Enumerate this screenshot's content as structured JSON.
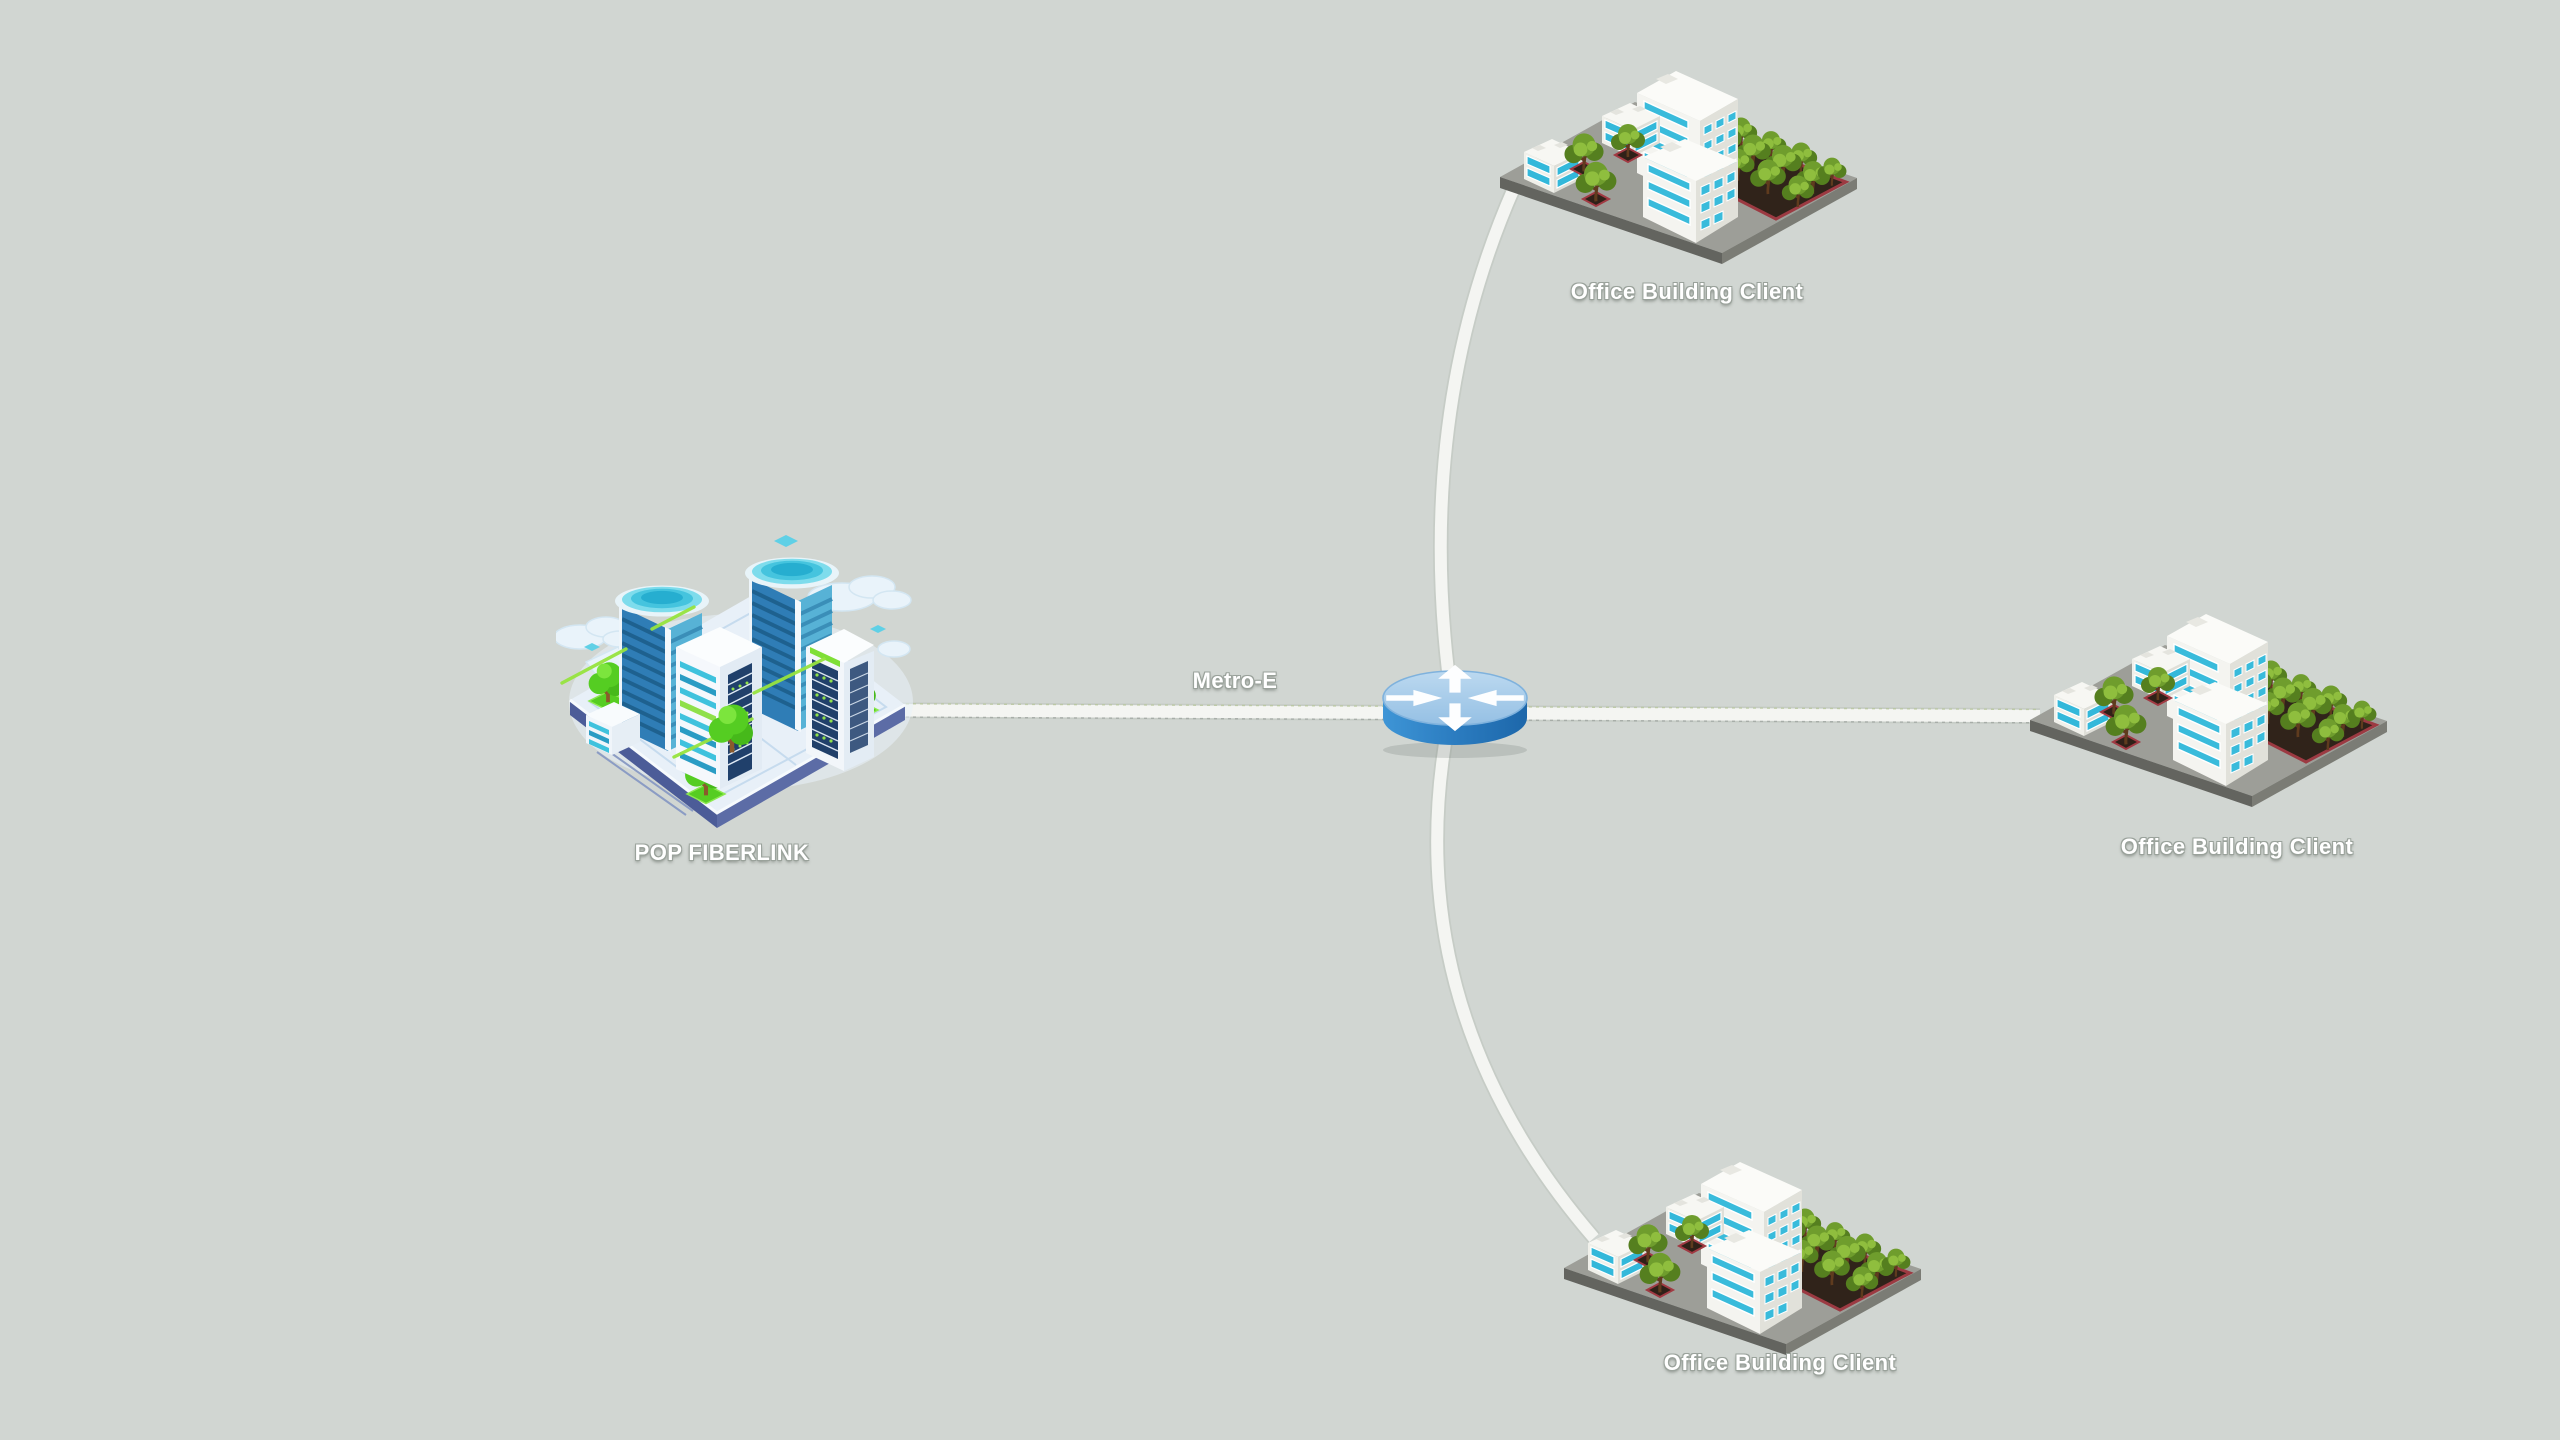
{
  "canvas": {
    "background_color": "#d1d6d2"
  },
  "nodes": {
    "pop": {
      "label": "POP FIBERLINK",
      "icon": "smart-city-pop-building"
    },
    "router": {
      "icon": "cisco-router-icon"
    },
    "client_top": {
      "label": "Office Building Client",
      "icon": "office-building"
    },
    "client_right": {
      "label": "Office Building Client",
      "icon": "office-building"
    },
    "client_bottom": {
      "label": "Office Building Client",
      "icon": "office-building"
    }
  },
  "links": {
    "pop_router": {
      "from": "pop",
      "to": "router",
      "label": "Metro-E",
      "shape": "straight"
    },
    "router_client_top": {
      "from": "router",
      "to": "client_top",
      "shape": "curved"
    },
    "router_client_right": {
      "from": "router",
      "to": "client_right",
      "shape": "straight"
    },
    "router_client_bottom": {
      "from": "router",
      "to": "client_bottom",
      "shape": "curved"
    }
  },
  "colors": {
    "background": "#d1d6d2",
    "link_fill": "#f4f5f2",
    "link_edge": "#c6ccc6",
    "router_top": "#a9cce9",
    "router_body": "#2b7cc0",
    "glass_teal": "#39bbdb",
    "tree_olive": "#6f9d2d",
    "tree_bright": "#55cd22",
    "platform_gray": "#9d9e98",
    "platform_blue": "#4c5c98",
    "label_text": "#ffffff"
  }
}
